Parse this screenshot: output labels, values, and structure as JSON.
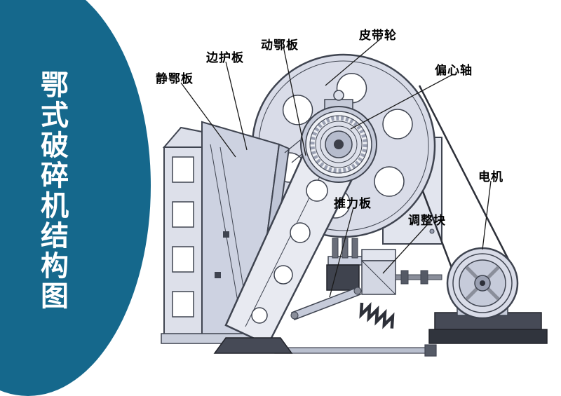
{
  "sidebar": {
    "title": "鄂式破碎机结构图",
    "background": "#15688c",
    "text_color": "#ffffff"
  },
  "diagram": {
    "labels": [
      {
        "id": "static-jaw-plate",
        "text": "静鄂板"
      },
      {
        "id": "side-guard-plate",
        "text": "边护板"
      },
      {
        "id": "movable-jaw-plate",
        "text": "动鄂板"
      },
      {
        "id": "belt-pulley",
        "text": "皮带轮"
      },
      {
        "id": "eccentric-shaft",
        "text": "偏心轴"
      },
      {
        "id": "motor",
        "text": "电机"
      },
      {
        "id": "thrust-plate",
        "text": "推力板"
      },
      {
        "id": "adjustment-block",
        "text": "调整块"
      }
    ],
    "colors": {
      "outline": "#3f4450",
      "fill_light": "#d9dce8",
      "fill_mid": "#c6cbda",
      "fill_dark": "#464a56",
      "fill_darker": "#30343d",
      "leader_line": "#1a1a1a"
    }
  }
}
